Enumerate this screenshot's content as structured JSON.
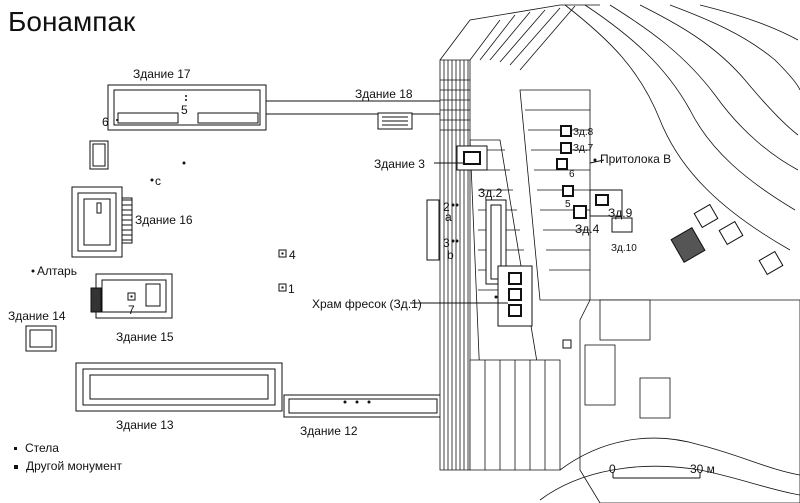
{
  "title": "Бонампак",
  "buildings": {
    "b17": "Здание 17",
    "b18": "Здание 18",
    "b3": "Здание 3",
    "b2": "Зд.2",
    "b16": "Здание 16",
    "b15": "Здание 15",
    "b14": "Здание 14",
    "b13": "Здание 13",
    "b12": "Здание 12",
    "b8": "Зд.8",
    "b7": "Зд.7",
    "b6": "6",
    "b5": "5",
    "b4": "Зд.4",
    "b9": "Зд.9",
    "b10": "Зд.10",
    "fresco": "Храм фресок (Зд.1)"
  },
  "features": {
    "altar": "Алтарь",
    "lintel": "Притолока B"
  },
  "markers": {
    "m1": "1",
    "m2": "2",
    "m3": "3",
    "m4": "4",
    "m5": "5",
    "m6": "6",
    "m7": "7",
    "ma": "a",
    "mb": "b",
    "mc": "c"
  },
  "legend": {
    "stela": "Стела",
    "monument": "Другой монумент"
  },
  "scale": {
    "zero": "0",
    "end": "30 м"
  }
}
